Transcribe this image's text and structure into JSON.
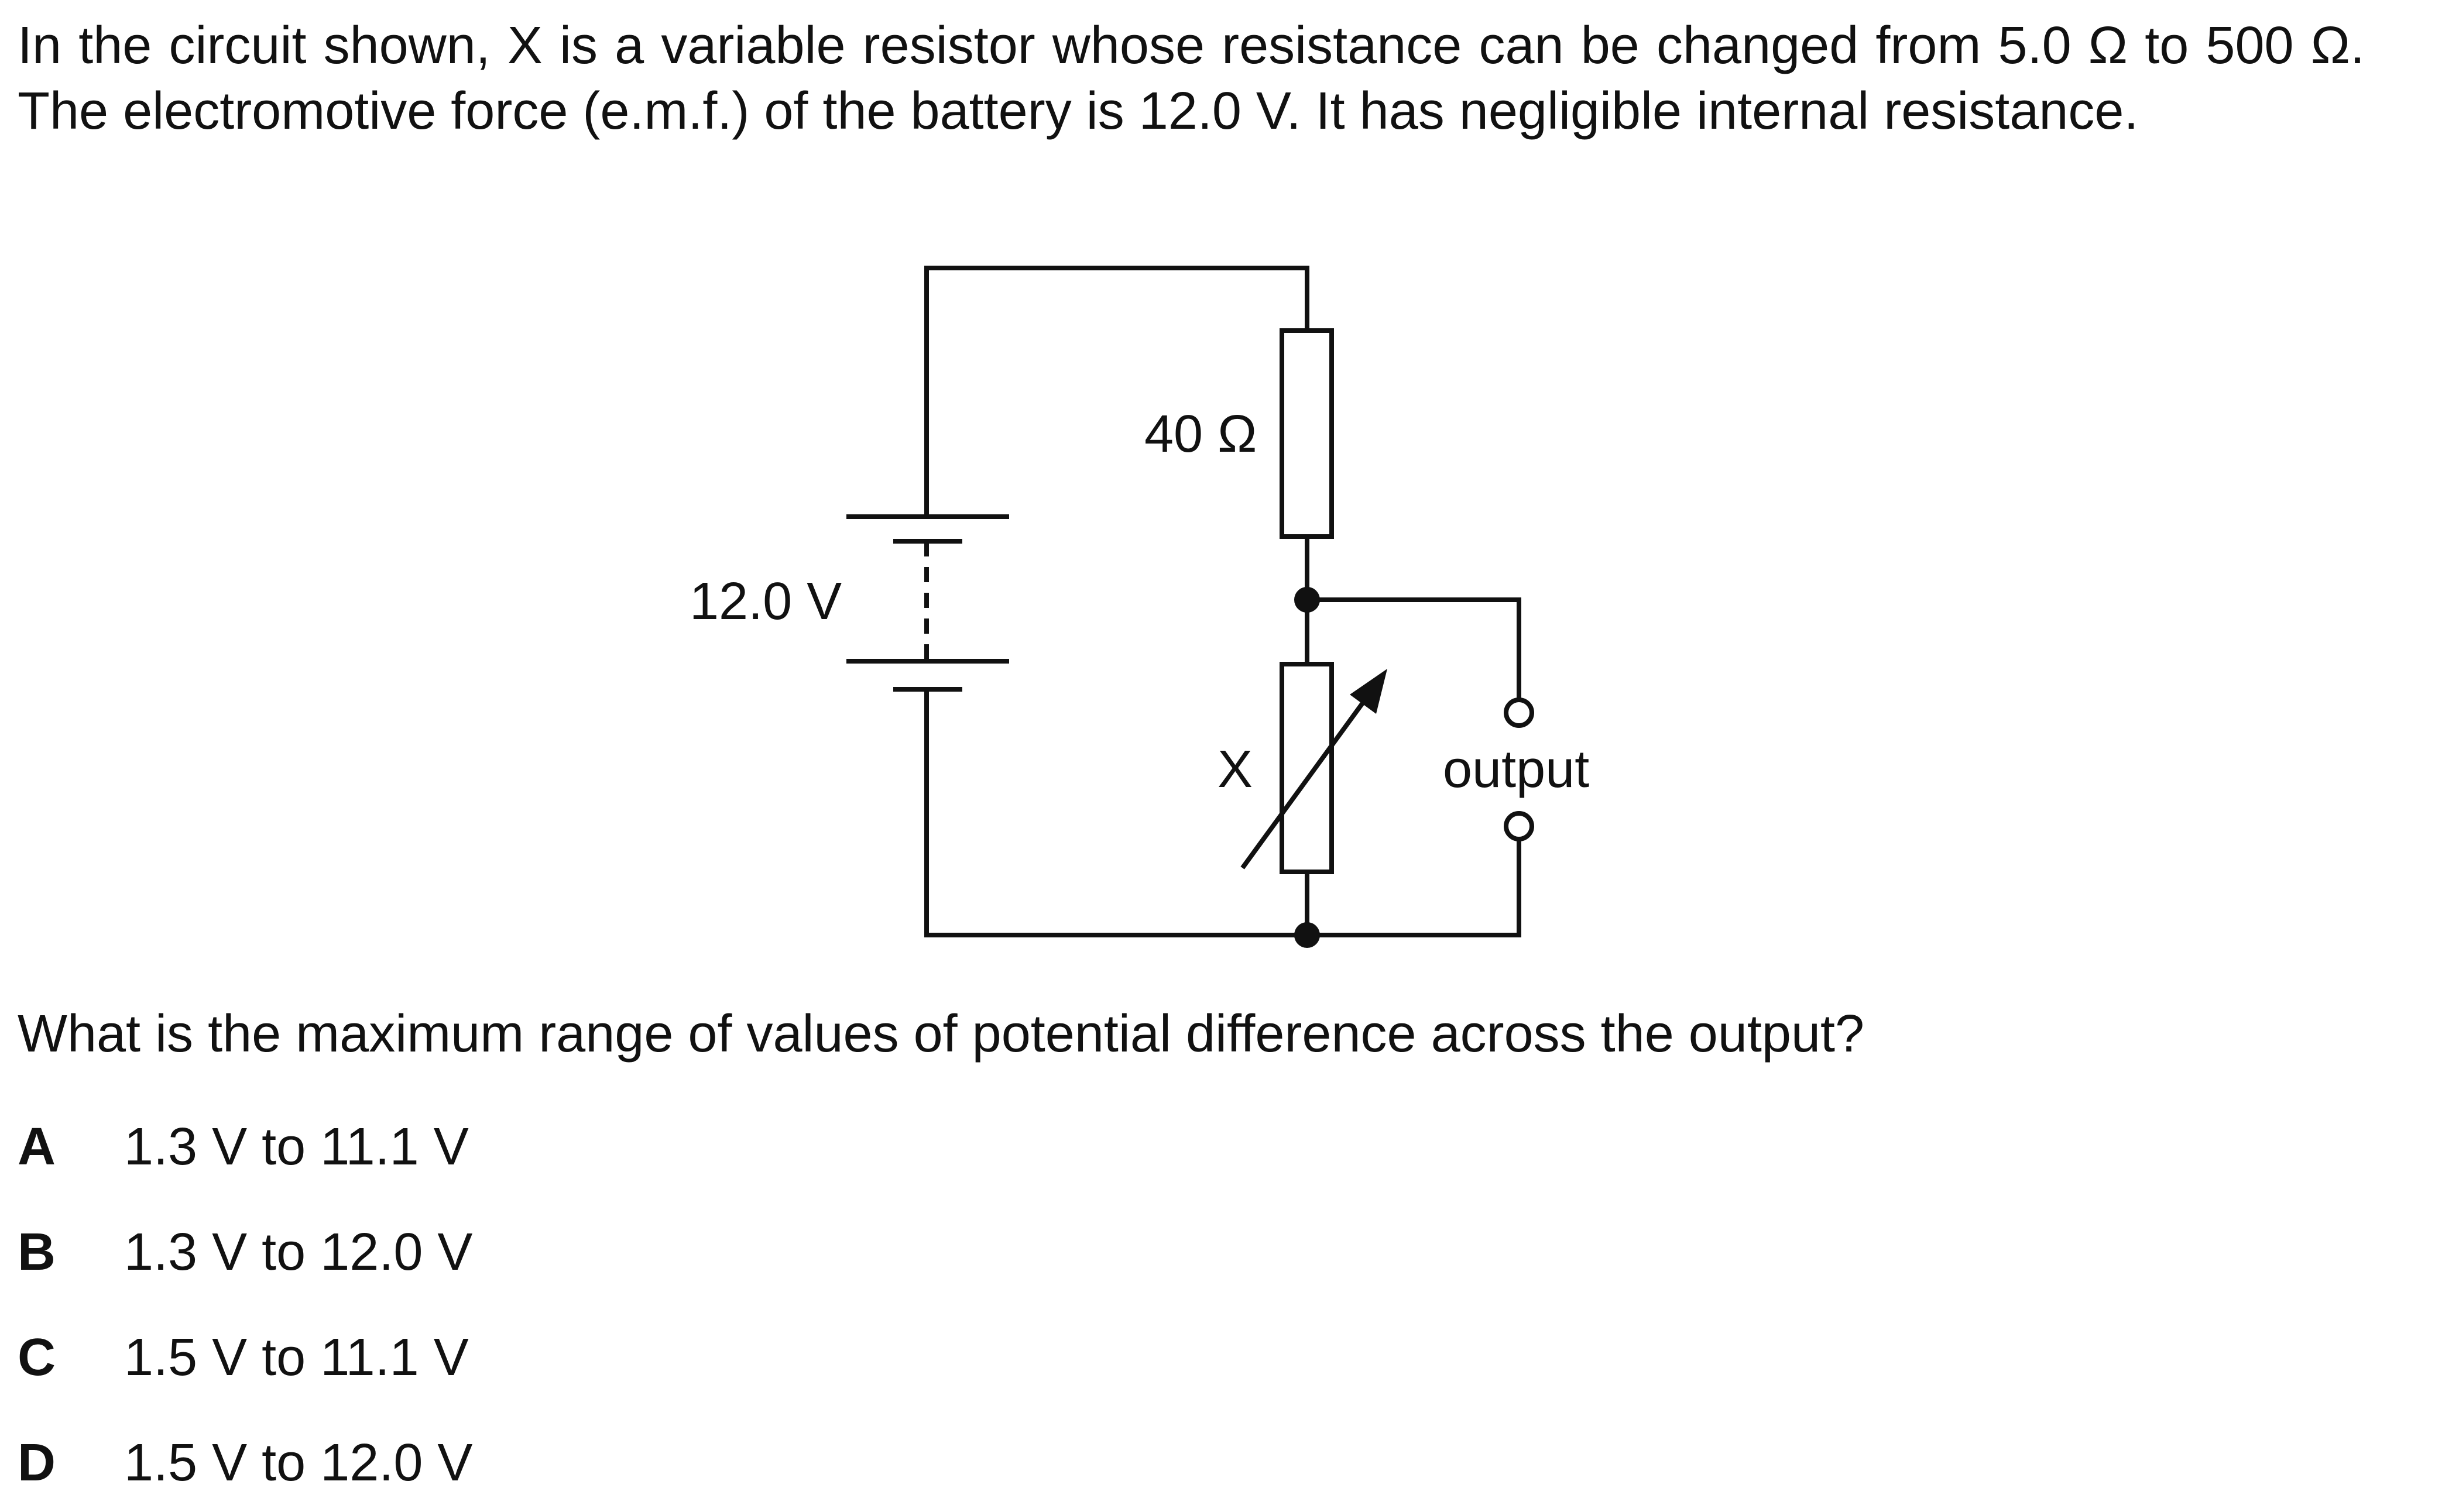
{
  "question": {
    "intro": "In the circuit shown, X is a variable resistor whose resistance can be changed from 5.0 Ω to 500 Ω. The electromotive force (e.m.f.) of the battery is 12.0 V. It has negligible internal resistance.",
    "prompt": "What is the maximum range of values of potential difference across the output?"
  },
  "diagram": {
    "battery_label": "12.0 V",
    "fixed_resistor_label": "40 Ω",
    "variable_resistor_label": "X",
    "output_label": "output"
  },
  "options": [
    {
      "letter": "A",
      "text": "1.3 V to 11.1 V"
    },
    {
      "letter": "B",
      "text": "1.3 V to 12.0 V"
    },
    {
      "letter": "C",
      "text": "1.5 V to 11.1 V"
    },
    {
      "letter": "D",
      "text": "1.5 V to 12.0 V"
    }
  ]
}
